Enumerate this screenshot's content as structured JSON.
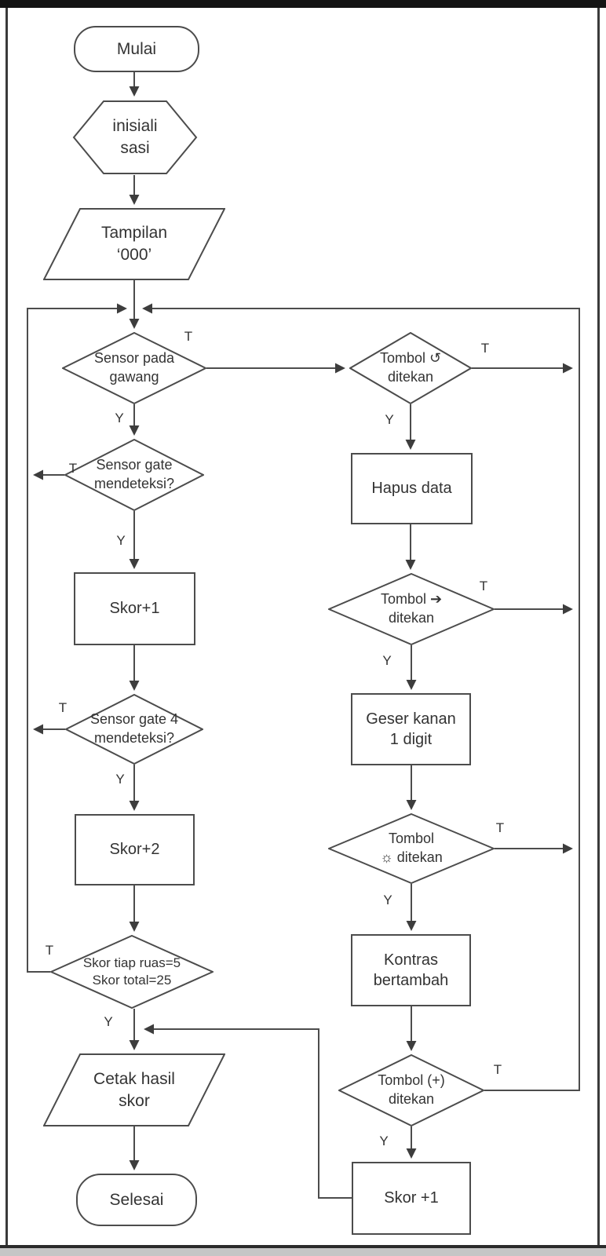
{
  "diagram": {
    "type": "flowchart",
    "language": "Indonesian",
    "branch_labels": {
      "T": "T",
      "Y": "Y"
    },
    "colors": {
      "line": "#4c4c4c",
      "shape_border": "#4c4c4c",
      "shape_fill": "#ffffff",
      "text": "#333333",
      "frame": "#141414"
    },
    "nodes": {
      "mulai": {
        "shape": "terminator",
        "label": "Mulai"
      },
      "inisialisasi": {
        "shape": "preparation-hexagon",
        "label": "inisiali\nsasi"
      },
      "tampilan_000": {
        "shape": "io-parallelogram",
        "label": "Tampilan\n‘000’"
      },
      "sensor_pada_gawang": {
        "shape": "decision",
        "label": "Sensor pada\ngawang"
      },
      "sensor_gate_mendeteksi": {
        "shape": "decision",
        "label": "Sensor gate\nmendeteksi?"
      },
      "skor_plus_1": {
        "shape": "process",
        "label": "Skor+1"
      },
      "sensor_gate_4_mendeteksi": {
        "shape": "decision",
        "label": "Sensor gate 4\nmendeteksi?"
      },
      "skor_plus_2": {
        "shape": "process",
        "label": "Skor+2"
      },
      "skor_tiap_ruas": {
        "shape": "decision",
        "label": "Skor tiap ruas=5\nSkor total=25"
      },
      "cetak_hasil_skor": {
        "shape": "io-parallelogram",
        "label": "Cetak hasil\nskor"
      },
      "selesai": {
        "shape": "terminator",
        "label": "Selesai"
      },
      "tombol_reset": {
        "shape": "decision",
        "icon": "rotate-ccw-icon",
        "label": "Tombol ↺\nditekan"
      },
      "hapus_data": {
        "shape": "process",
        "label": "Hapus data"
      },
      "tombol_geser": {
        "shape": "decision",
        "icon": "arrow-right-icon",
        "label": "Tombol ➔\nditekan"
      },
      "geser_kanan_1_digit": {
        "shape": "process",
        "label": "Geser kanan\n1 digit"
      },
      "tombol_kontras": {
        "shape": "decision",
        "icon": "brightness-icon",
        "label": "Tombol\n☼ ditekan"
      },
      "kontras_bertambah": {
        "shape": "process",
        "label": "Kontras\nbertambah"
      },
      "tombol_plus": {
        "shape": "decision",
        "label": "Tombol (+)\nditekan"
      },
      "skor_plus_1_bawah": {
        "shape": "process",
        "label": "Skor +1"
      }
    }
  }
}
